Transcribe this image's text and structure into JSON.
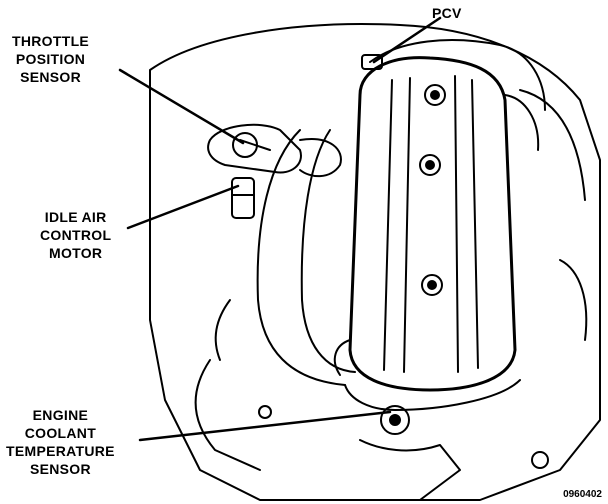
{
  "labels": {
    "pcv": [
      "PCV"
    ],
    "tps": [
      "THROTTLE",
      "POSITION",
      "SENSOR"
    ],
    "iac": [
      "IDLE AIR",
      "CONTROL",
      "MOTOR"
    ],
    "ects": [
      "ENGINE",
      "COOLANT",
      "TEMPERATURE",
      "SENSOR"
    ]
  },
  "figure_id": "0960402"
}
